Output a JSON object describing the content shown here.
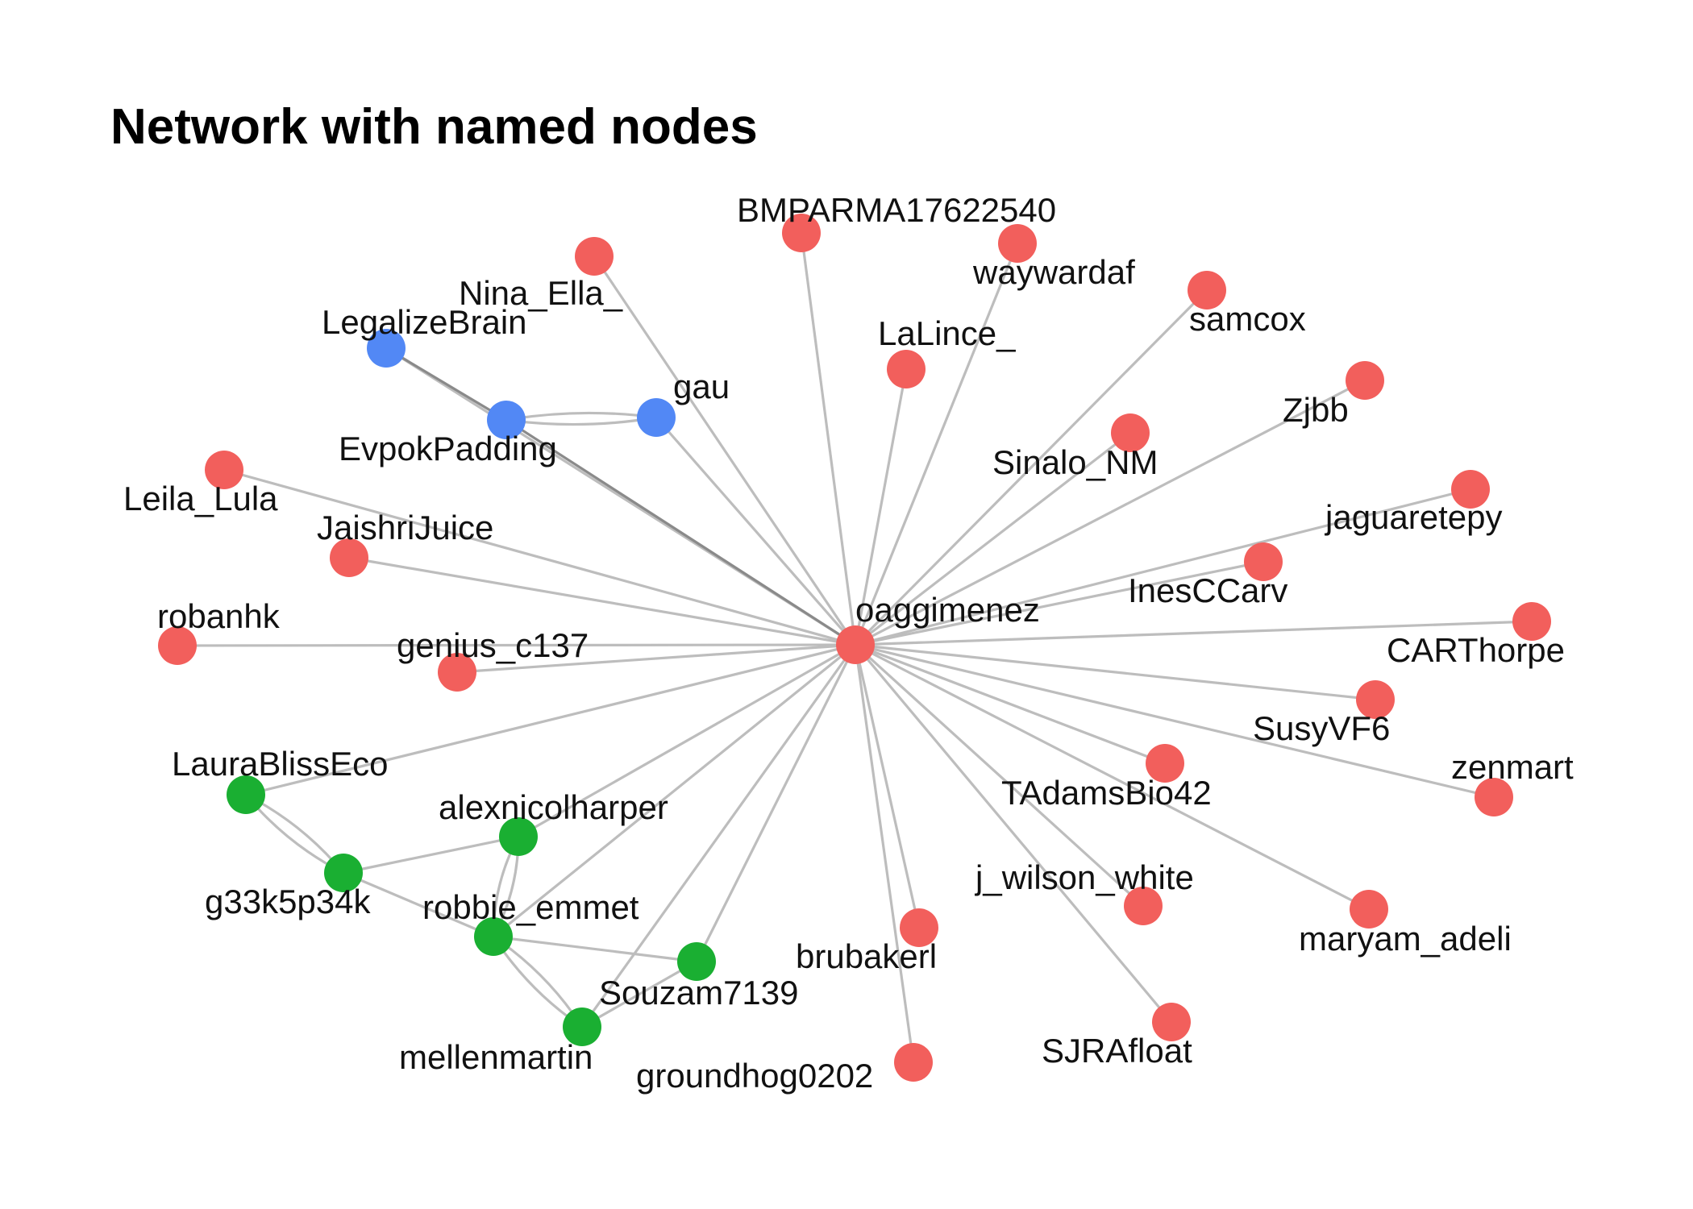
{
  "title": "Network with named nodes",
  "colors": {
    "red": "#f25f5c",
    "blue": "#5288f5",
    "green": "#1aaf32",
    "edge": "#bdbdbd"
  },
  "nodes": [
    {
      "id": "oaggimenez",
      "group": "red"
    },
    {
      "id": "BMPARMA17622540",
      "group": "red"
    },
    {
      "id": "Nina_Ella_",
      "group": "red"
    },
    {
      "id": "waywardaf",
      "group": "red"
    },
    {
      "id": "samcox",
      "group": "red"
    },
    {
      "id": "LaLince_",
      "group": "red"
    },
    {
      "id": "Zjbb",
      "group": "red"
    },
    {
      "id": "Sinalo_NM",
      "group": "red"
    },
    {
      "id": "jaguaretepy",
      "group": "red"
    },
    {
      "id": "InesCCarv",
      "group": "red"
    },
    {
      "id": "CARThorpe",
      "group": "red"
    },
    {
      "id": "SusyVF6",
      "group": "red"
    },
    {
      "id": "zenmart",
      "group": "red"
    },
    {
      "id": "TAdamsBio42",
      "group": "red"
    },
    {
      "id": "maryam_adeli",
      "group": "red"
    },
    {
      "id": "j_wilson_white",
      "group": "red"
    },
    {
      "id": "SJRAfloat",
      "group": "red"
    },
    {
      "id": "brubakerl",
      "group": "red"
    },
    {
      "id": "groundhog0202",
      "group": "red"
    },
    {
      "id": "Leila_Lula",
      "group": "red"
    },
    {
      "id": "JaishriJuice",
      "group": "red"
    },
    {
      "id": "robanhk",
      "group": "red"
    },
    {
      "id": "genius_c137",
      "group": "red"
    },
    {
      "id": "LegalizeBrain",
      "group": "blue"
    },
    {
      "id": "EvpokPadding",
      "group": "blue"
    },
    {
      "id": "gau",
      "group": "blue"
    },
    {
      "id": "LauraBlissEco",
      "group": "green"
    },
    {
      "id": "g33k5p34k",
      "group": "green"
    },
    {
      "id": "alexnicolharper",
      "group": "green"
    },
    {
      "id": "robbie_emmet",
      "group": "green"
    },
    {
      "id": "Souzam7139",
      "group": "green"
    },
    {
      "id": "mellenmartin",
      "group": "green"
    }
  ],
  "edges": [
    [
      "oaggimenez",
      "BMPARMA17622540"
    ],
    [
      "oaggimenez",
      "Nina_Ella_"
    ],
    [
      "oaggimenez",
      "waywardaf"
    ],
    [
      "oaggimenez",
      "samcox"
    ],
    [
      "oaggimenez",
      "LaLince_"
    ],
    [
      "oaggimenez",
      "Zjbb"
    ],
    [
      "oaggimenez",
      "Sinalo_NM"
    ],
    [
      "oaggimenez",
      "jaguaretepy"
    ],
    [
      "oaggimenez",
      "InesCCarv"
    ],
    [
      "oaggimenez",
      "CARThorpe"
    ],
    [
      "oaggimenez",
      "SusyVF6"
    ],
    [
      "oaggimenez",
      "zenmart"
    ],
    [
      "oaggimenez",
      "TAdamsBio42"
    ],
    [
      "oaggimenez",
      "maryam_adeli"
    ],
    [
      "oaggimenez",
      "j_wilson_white"
    ],
    [
      "oaggimenez",
      "SJRAfloat"
    ],
    [
      "oaggimenez",
      "brubakerl"
    ],
    [
      "oaggimenez",
      "groundhog0202"
    ],
    [
      "oaggimenez",
      "Leila_Lula"
    ],
    [
      "oaggimenez",
      "JaishriJuice"
    ],
    [
      "oaggimenez",
      "robanhk"
    ],
    [
      "oaggimenez",
      "genius_c137"
    ],
    [
      "oaggimenez",
      "LegalizeBrain"
    ],
    [
      "oaggimenez",
      "EvpokPadding"
    ],
    [
      "oaggimenez",
      "gau"
    ],
    [
      "oaggimenez",
      "LauraBlissEco"
    ],
    [
      "oaggimenez",
      "alexnicolharper"
    ],
    [
      "oaggimenez",
      "robbie_emmet"
    ],
    [
      "oaggimenez",
      "Souzam7139"
    ],
    [
      "oaggimenez",
      "mellenmartin"
    ],
    [
      "LegalizeBrain",
      "EvpokPadding"
    ],
    [
      "EvpokPadding",
      "gau"
    ],
    [
      "LauraBlissEco",
      "g33k5p34k"
    ],
    [
      "g33k5p34k",
      "alexnicolharper"
    ],
    [
      "g33k5p34k",
      "robbie_emmet"
    ],
    [
      "alexnicolharper",
      "robbie_emmet"
    ],
    [
      "robbie_emmet",
      "mellenmartin"
    ],
    [
      "robbie_emmet",
      "Souzam7139"
    ],
    [
      "mellenmartin",
      "Souzam7139"
    ]
  ]
}
